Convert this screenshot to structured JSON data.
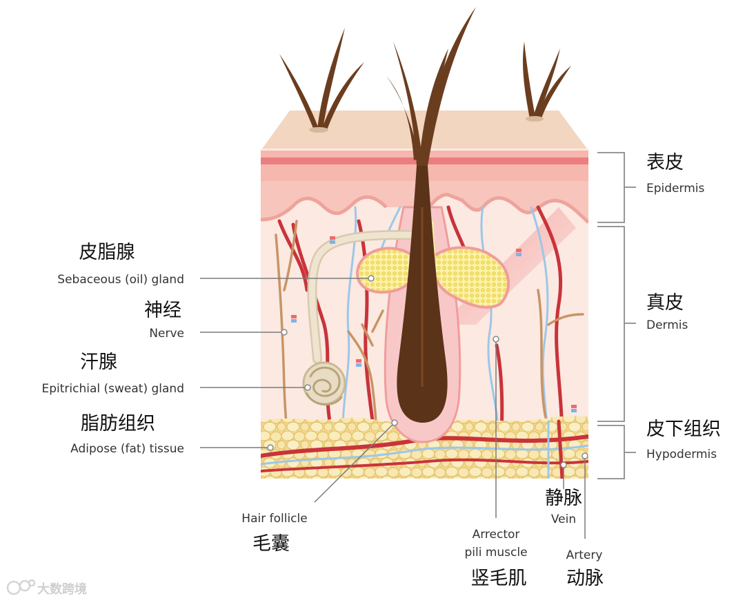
{
  "left_labels": [
    {
      "zh": "皮脂腺",
      "en": "Sebaceous (oil) gland"
    },
    {
      "zh": "神经",
      "en": "Nerve"
    },
    {
      "zh": "汗腺",
      "en": "Epitrichial (sweat) gland"
    },
    {
      "zh": "脂肪组织",
      "en": "Adipose (fat) tissue"
    }
  ],
  "right_labels": [
    {
      "zh": "表皮",
      "en": "Epidermis"
    },
    {
      "zh": "真皮",
      "en": "Dermis"
    },
    {
      "zh": "皮下组织",
      "en": "Hypodermis"
    }
  ],
  "bottom_labels": {
    "hair_follicle": {
      "en": "Hair follicle",
      "zh": "毛囊"
    },
    "arrector": {
      "en_line1": "Arrector",
      "en_line2": "pili muscle",
      "zh": "竖毛肌"
    },
    "vein": {
      "zh": "静脉",
      "en": "Vein"
    },
    "artery": {
      "en": "Artery",
      "zh": "动脉"
    }
  },
  "watermark": "大数跨境",
  "colors": {
    "skin_surface": "#f2d6bf",
    "epidermis_band": "#f0a9a2",
    "dermis": "#fbe9e2",
    "fat": "#f6e3a6",
    "hair": "#6b3d1f",
    "artery": "#c9333a",
    "vein": "#9cc7e8",
    "nerve": "#c89464",
    "leader_line": "#7a7a7a"
  }
}
